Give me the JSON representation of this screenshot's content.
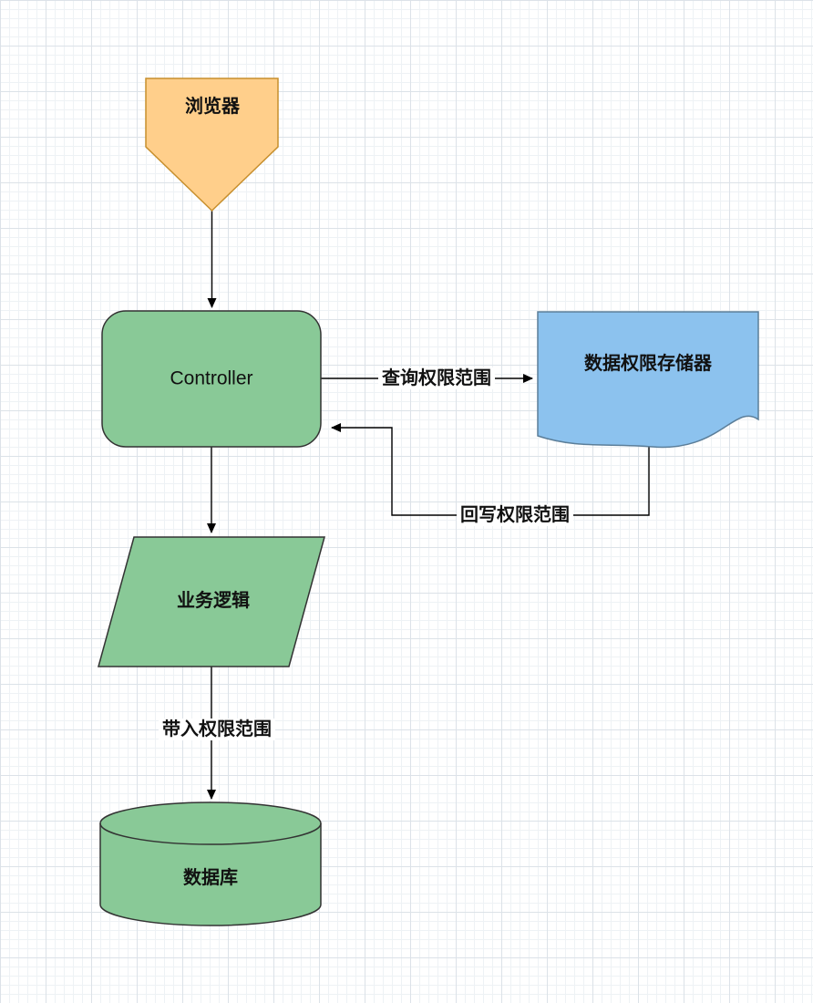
{
  "diagram": {
    "grid": {
      "bg": "#ffffff",
      "minor_color": "#eef2f5",
      "major_color": "#dce2e8"
    },
    "edge_color": "#000000",
    "nodes": {
      "browser": {
        "label": "浏览器",
        "shape": "pentagon-down",
        "fill": "#FFCF8B",
        "stroke": "#C78F2D"
      },
      "controller": {
        "label": "Controller",
        "shape": "rounded-rectangle",
        "fill": "#89C997",
        "stroke": "#333333"
      },
      "storage": {
        "label": "数据权限存储器",
        "shape": "document",
        "fill": "#8CC2EE",
        "stroke": "#5B7E99"
      },
      "logic": {
        "label": "业务逻辑",
        "shape": "parallelogram",
        "fill": "#89C997",
        "stroke": "#333333"
      },
      "database": {
        "label": "数据库",
        "shape": "cylinder",
        "fill": "#89C997",
        "stroke": "#333333"
      }
    },
    "edges": {
      "browser_to_controller": {
        "label": "",
        "from": "browser",
        "to": "controller"
      },
      "query": {
        "label": "查询权限范围",
        "from": "controller",
        "to": "storage"
      },
      "writeback": {
        "label": "回写权限范围",
        "from": "storage",
        "to": "controller"
      },
      "controller_to_logic": {
        "label": "",
        "from": "controller",
        "to": "logic"
      },
      "carry": {
        "label": "带入权限范围",
        "from": "logic",
        "to": "database"
      }
    }
  }
}
